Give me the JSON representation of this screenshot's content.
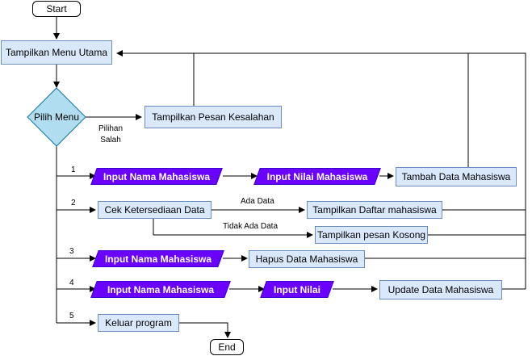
{
  "flowchart": {
    "start": "Start",
    "end": "End",
    "main_menu": "Tampilkan Menu Utama",
    "decision": "Pilih Menu",
    "error_msg": "Tampilkan Pesan Kesalahan",
    "wrong_choice_label": "Pilihan\nSalah",
    "branches": {
      "b1": {
        "num": "1",
        "input_name": "Input Nama Mahasiswa",
        "input_grade": "Input Nilai Mahasiswa",
        "action": "Tambah Data Mahasiswa"
      },
      "b2": {
        "num": "2",
        "check": "Cek Ketersediaan Data",
        "yes_label": "Ada Data",
        "no_label": "Tidak Ada Data",
        "show_list": "Tampilkan Daftar mahasiswa",
        "show_empty": "Tampilkan pesan Kosong"
      },
      "b3": {
        "num": "3",
        "input_name": "Input Nama Mahasiswa",
        "action": "Hapus Data Mahasiswa"
      },
      "b4": {
        "num": "4",
        "input_name": "Input Nama Mahasiswa",
        "input_grade": "Input Nilai",
        "action": "Update Data Mahasiswa"
      },
      "b5": {
        "num": "5",
        "action": "Keluar program"
      }
    }
  }
}
